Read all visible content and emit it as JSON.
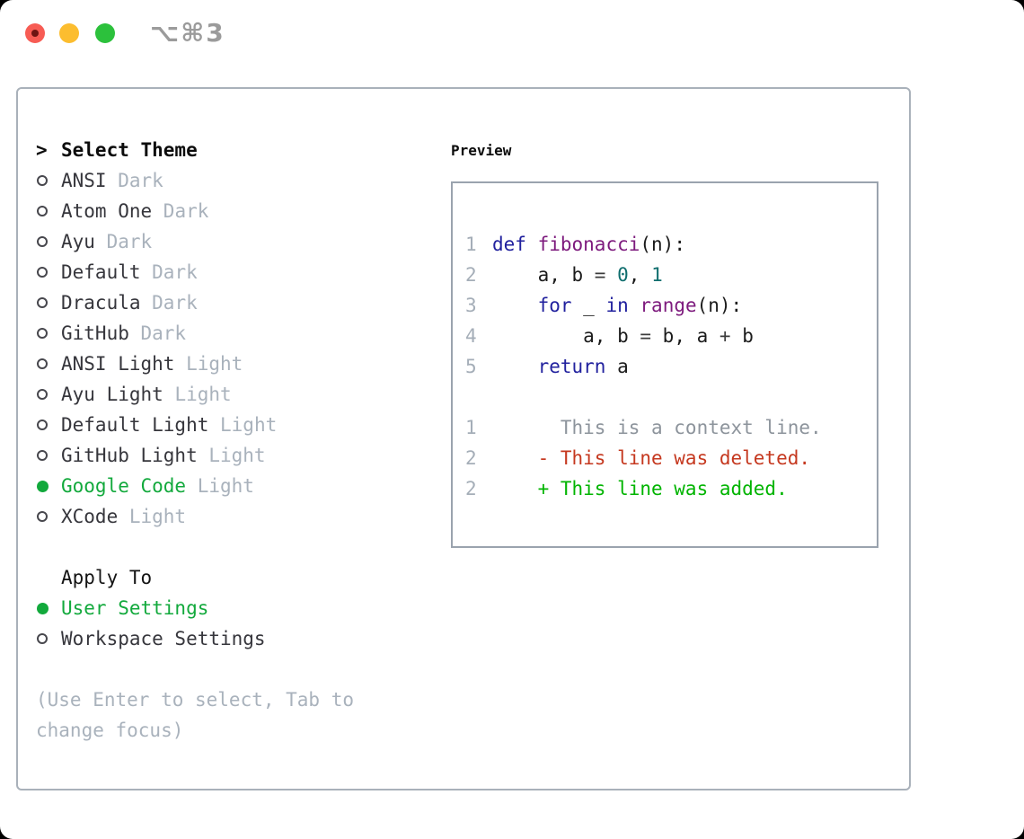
{
  "window": {
    "title": "⌥⌘3"
  },
  "colors": {
    "accent_green": "#12a93c",
    "border": "#a9b1ba",
    "border2": "#9aa3ae",
    "muted": "#a9b2bc",
    "line_number": "#a5aeb8",
    "kwd": "#21219e",
    "typ": "#7d1a7d",
    "lit": "#0f6e6e",
    "pln": "#1b1b1b",
    "pun": "#3c3c3c",
    "ctx": "#8d949c",
    "del": "#c5381f",
    "add": "#00b400"
  },
  "theme_list": {
    "prefix": ">",
    "title": "Select Theme",
    "items": [
      {
        "name": "ANSI",
        "variant": "Dark",
        "selected": false
      },
      {
        "name": "Atom One",
        "variant": "Dark",
        "selected": false
      },
      {
        "name": "Ayu",
        "variant": "Dark",
        "selected": false
      },
      {
        "name": "Default",
        "variant": "Dark",
        "selected": false
      },
      {
        "name": "Dracula",
        "variant": "Dark",
        "selected": false
      },
      {
        "name": "GitHub",
        "variant": "Dark",
        "selected": false
      },
      {
        "name": "ANSI Light",
        "variant": "Light",
        "selected": false
      },
      {
        "name": "Ayu Light",
        "variant": "Light",
        "selected": false
      },
      {
        "name": "Default Light",
        "variant": "Light",
        "selected": false
      },
      {
        "name": "GitHub Light",
        "variant": "Light",
        "selected": false
      },
      {
        "name": "Google Code",
        "variant": "Light",
        "selected": true
      },
      {
        "name": "XCode",
        "variant": "Light",
        "selected": false
      }
    ]
  },
  "apply_to": {
    "title": "Apply To",
    "options": [
      {
        "label": "User Settings",
        "selected": true
      },
      {
        "label": "Workspace Settings",
        "selected": false
      }
    ]
  },
  "hint_lines": [
    "(Use Enter to select, Tab to",
    "change focus)"
  ],
  "preview": {
    "title": "Preview",
    "lines": [
      {
        "num": "1",
        "tokens": [
          {
            "t": "def",
            "c": "kwd"
          },
          {
            "t": " ",
            "c": "pln"
          },
          {
            "t": "fibonacci",
            "c": "typ"
          },
          {
            "t": "(n):",
            "c": "pln"
          }
        ]
      },
      {
        "num": "2",
        "tokens": [
          {
            "t": "    a, b ",
            "c": "pln"
          },
          {
            "t": "=",
            "c": "pun"
          },
          {
            "t": " ",
            "c": "pln"
          },
          {
            "t": "0",
            "c": "lit"
          },
          {
            "t": ", ",
            "c": "pln"
          },
          {
            "t": "1",
            "c": "lit"
          }
        ]
      },
      {
        "num": "3",
        "tokens": [
          {
            "t": "    ",
            "c": "pln"
          },
          {
            "t": "for",
            "c": "kwd"
          },
          {
            "t": " _ ",
            "c": "pln"
          },
          {
            "t": "in",
            "c": "kwd"
          },
          {
            "t": " ",
            "c": "pln"
          },
          {
            "t": "range",
            "c": "typ"
          },
          {
            "t": "(n):",
            "c": "pln"
          }
        ]
      },
      {
        "num": "4",
        "tokens": [
          {
            "t": "        a, b ",
            "c": "pln"
          },
          {
            "t": "=",
            "c": "pun"
          },
          {
            "t": " b, a ",
            "c": "pln"
          },
          {
            "t": "+",
            "c": "pun"
          },
          {
            "t": " b",
            "c": "pln"
          }
        ]
      },
      {
        "num": "5",
        "tokens": [
          {
            "t": "    ",
            "c": "pln"
          },
          {
            "t": "return",
            "c": "kwd"
          },
          {
            "t": " a",
            "c": "pln"
          }
        ]
      },
      {
        "num": "",
        "tokens": []
      },
      {
        "num": "1",
        "tokens": [
          {
            "t": "      This is a context line.",
            "c": "ctx"
          }
        ]
      },
      {
        "num": "2",
        "tokens": [
          {
            "t": "    - This line was deleted.",
            "c": "del"
          }
        ]
      },
      {
        "num": "2",
        "tokens": [
          {
            "t": "    + This line was added.",
            "c": "add"
          }
        ]
      }
    ]
  }
}
